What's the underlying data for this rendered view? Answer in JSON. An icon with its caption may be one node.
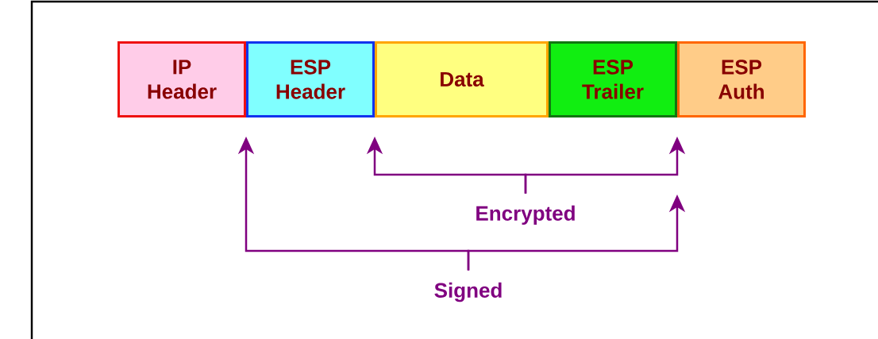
{
  "diagram": {
    "nodes": [
      {
        "text": [
          "IP Header"
        ]
      },
      {
        "text": [
          "ESP Header"
        ]
      },
      {
        "text": [
          "Data"
        ]
      },
      {
        "text": [
          "ESP Trailer"
        ]
      },
      {
        "text": [
          "ESP Auth"
        ]
      },
      {
        "text": [
          "Encrypted"
        ]
      },
      {
        "text": [
          "Signed"
        ]
      }
    ],
    "edges": [
      {
        "from": 5,
        "to": 2,
        "arrow": "to"
      },
      {
        "from": 5,
        "to": 3,
        "arrow": "to"
      },
      {
        "from": 6,
        "to": 1,
        "arrow": "to"
      },
      {
        "from": 6,
        "to": null,
        "arrow": "to"
      }
    ]
  }
}
